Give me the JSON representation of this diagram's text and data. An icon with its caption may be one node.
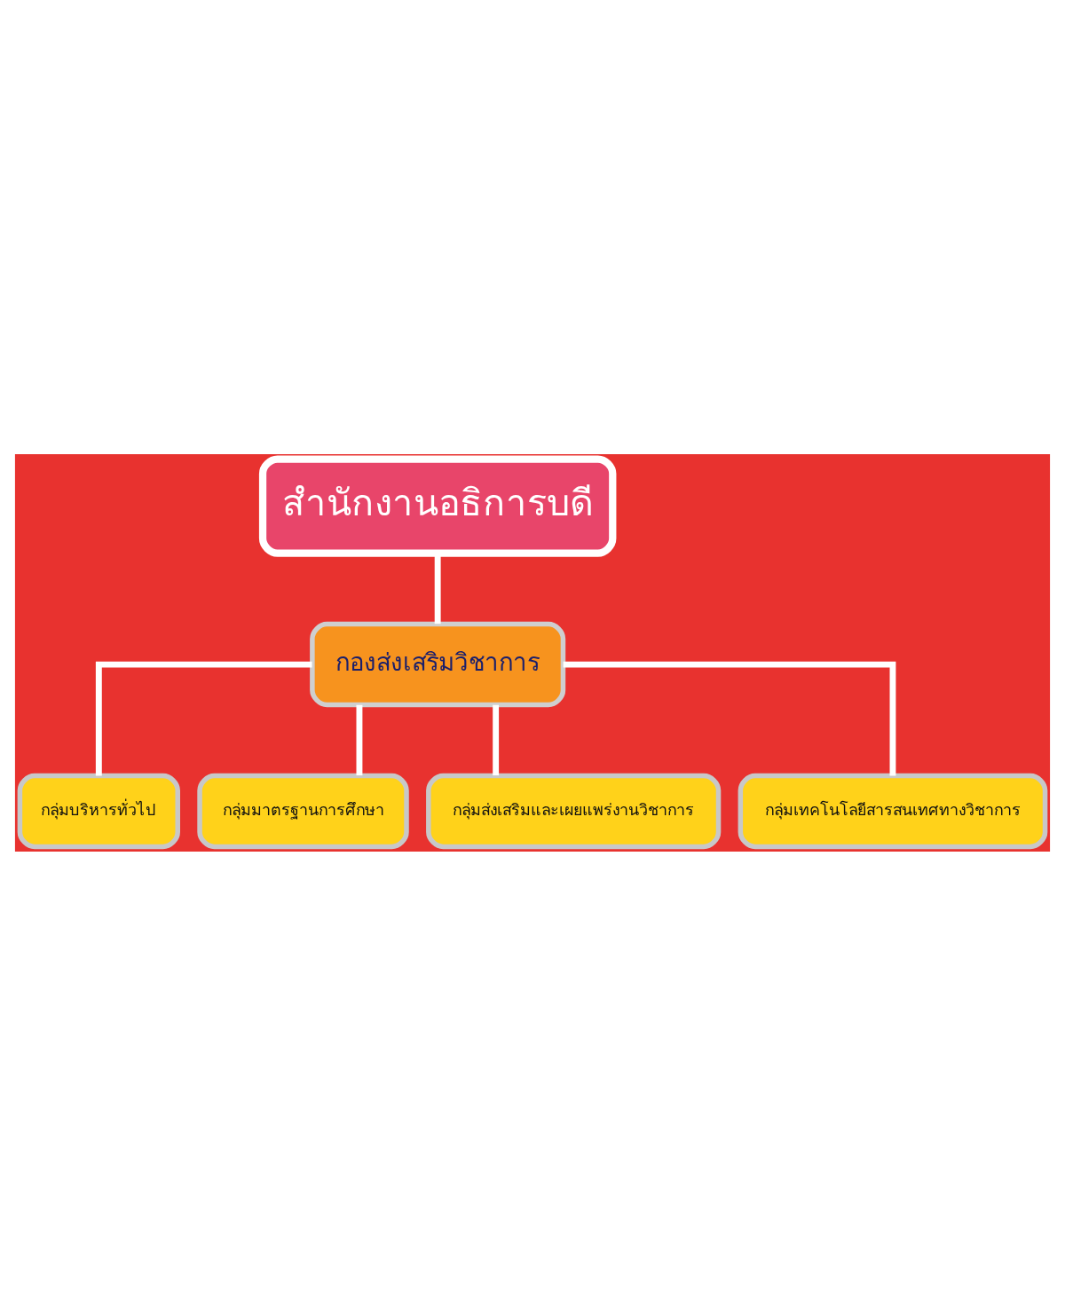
{
  "diagram": {
    "nodes": [
      {
        "text": [
          "สำนักงานอธิการบดี"
        ]
      },
      {
        "text": [
          "กองส่งเสริมวิชาการ"
        ]
      },
      {
        "text": [
          "กลุ่มบริหารทั่วไป"
        ]
      },
      {
        "text": [
          "กลุ่มมาตรฐานการศึกษา"
        ]
      },
      {
        "text": [
          "กลุ่มส่งเสริมและเผยแพร่งานวิชาการ"
        ]
      },
      {
        "text": [
          "กลุ่มเทคโนโลยีสารสนเทศทางวิชาการ"
        ]
      }
    ],
    "edges": [
      {
        "from": 0,
        "to": 1,
        "arrow": "none"
      },
      {
        "from": 1,
        "to": 2,
        "arrow": "none"
      },
      {
        "from": 1,
        "to": 3,
        "arrow": "none"
      },
      {
        "from": 1,
        "to": 4,
        "arrow": "none"
      },
      {
        "from": 1,
        "to": 5,
        "arrow": "none"
      }
    ]
  }
}
